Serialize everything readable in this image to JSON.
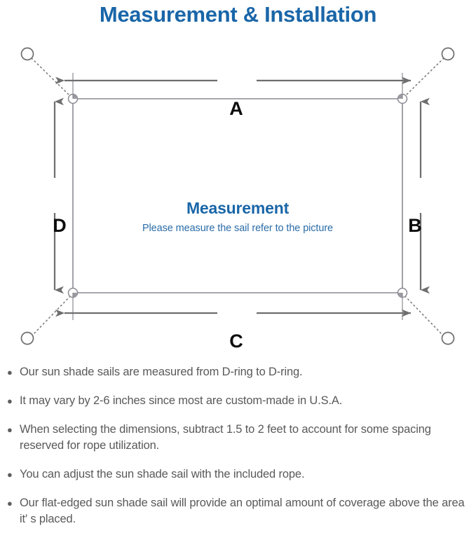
{
  "page": {
    "title": "Measurement & Installation",
    "background_color": "#ffffff"
  },
  "colors": {
    "title_blue": "#1a66a8",
    "caption_blue": "#2a6ca8",
    "line_gray": "#6e6e6e",
    "sail_outline": "#8a8a92",
    "note_text": "#595959",
    "letter_black": "#0d0d0d"
  },
  "diagram": {
    "name": "sun-shade-sail-measurement-diagram",
    "center_caption": {
      "heading": "Measurement",
      "subheading": "Please measure the sail refer to the picture"
    },
    "dimension_labels": [
      {
        "id": "a",
        "label": "A",
        "edge": "top",
        "orientation": "horizontal"
      },
      {
        "id": "b",
        "label": "B",
        "edge": "right",
        "orientation": "vertical"
      },
      {
        "id": "c",
        "label": "C",
        "edge": "bottom",
        "orientation": "horizontal"
      },
      {
        "id": "d",
        "label": "D",
        "edge": "left",
        "orientation": "vertical"
      }
    ],
    "sail": {
      "shape": "rounded-rectangle",
      "corner_rings": 4,
      "ring_name": "d-ring"
    },
    "anchor_points": [
      {
        "id": "top-left",
        "label": "anchor-ring"
      },
      {
        "id": "top-right",
        "label": "anchor-ring"
      },
      {
        "id": "bottom-left",
        "label": "anchor-ring"
      },
      {
        "id": "bottom-right",
        "label": "anchor-ring"
      }
    ],
    "rope_lines": {
      "style": "dotted",
      "count": 4
    }
  },
  "notes": {
    "bullet_glyph": "●",
    "items": [
      "Our sun shade sails are measured from D-ring to D-ring.",
      "It may vary by 2-6 inches since most are custom-made in U.S.A.",
      "When selecting the dimensions, subtract 1.5 to 2 feet to account for some spacing reserved for rope utilization.",
      "You can adjust the sun shade sail with the included rope.",
      "Our flat-edged sun shade sail will provide an optimal amount of coverage above the area it′ s placed."
    ]
  }
}
